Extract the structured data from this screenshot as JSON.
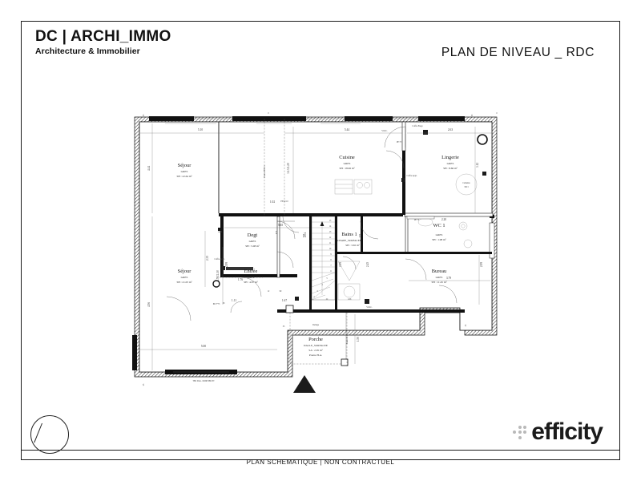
{
  "header": {
    "brand_main": "DC | ARCHI_IMMO",
    "brand_sub": "Architecture & Immobilier",
    "sheet_title": "PLAN DE NIVEAU _ RDC"
  },
  "footer": {
    "caption": "PLAN SCHEMATIQUE | NON CONTRACTUEL",
    "logo_word": "efficity",
    "compass_label": ""
  },
  "plan": {
    "rooms": [
      {
        "name": "Séjour",
        "material": "GRES",
        "area": "SH : 22.64 m²"
      },
      {
        "name": "Séjour",
        "material": "GRES",
        "area": "SH : 21.05 m²"
      },
      {
        "name": "Cuisine",
        "material": "GRES",
        "area": "SH : 18.06 m²"
      },
      {
        "name": "Lingerie",
        "material": "GRES",
        "area": "SH : 8.66 m²"
      },
      {
        "name": "Degt",
        "material": "GRES",
        "area": "SH : 5.08 m²"
      },
      {
        "name": "Entrée",
        "material": "GRES",
        "area": "SH : 4.87 m²"
      },
      {
        "name": "Bains 1",
        "material": "CHAPE_SURFACEE",
        "area": "SH : 3.65 m²"
      },
      {
        "name": "WC 1",
        "material": "GRES",
        "area": "SH : 1.98 m²"
      },
      {
        "name": "Bureau",
        "material": "GRES",
        "area": "SH : 11.45 m²"
      },
      {
        "name": "Porche",
        "material": "DALLE_SURFACEE",
        "area": "SA : 2.95 m²",
        "note": "Poutre H.A."
      }
    ],
    "dimensions": {
      "top_left": "5.10",
      "top_mid": "5.44",
      "top_right": "2.63",
      "left_upper": "4.44",
      "left_lower": "4.56",
      "bottom_left": "5.00",
      "mid_degt": "5.65",
      "bureau_bottom": "3.79",
      "wc_top": "2.20",
      "lingerie_right": "3.12",
      "cuisine_vert": "3.13/2.20",
      "entree_vert": "2.99",
      "entree_h": "1.11",
      "entree_h2": "1.67",
      "degt_h": "1.76",
      "cuisine_small": "1.02",
      "stair_vert": "2.04",
      "bains_vert": "2.99",
      "bains_right": "2.45",
      "bureau_right": "2.99",
      "porche_right": "1.50",
      "sejour_mid": "2.35",
      "sejour_lower_v": "1.53/2.10",
      "bains_w": "1.66",
      "bains_w2": "22",
      "mid_90": "90",
      "mid_12": "12"
    },
    "annotations": {
      "vmc": "V.M.C.",
      "vmc2": "V.M.C.",
      "coffre_etage": "Coffre Etage",
      "coffre_apl": "Coffre Appl.",
      "appl": "Appl.",
      "cumulus": "Cumulus 300 l",
      "door_pp73": "PP 73",
      "door_pp70": "PP 70",
      "door_pp273": "PP 2*73",
      "door_p73": "P.73",
      "fen_f83": "F83/2.10",
      "poutre": "Poutre PB35 h",
      "dallage": "Dallage",
      "bottom_note": "TER DAL. MORTIER PT"
    },
    "stair_numbers": [
      "15",
      "14",
      "13",
      "12",
      "11",
      "10",
      "9",
      "8",
      "7",
      "6",
      "5",
      "4",
      "3",
      "2",
      "1"
    ]
  }
}
